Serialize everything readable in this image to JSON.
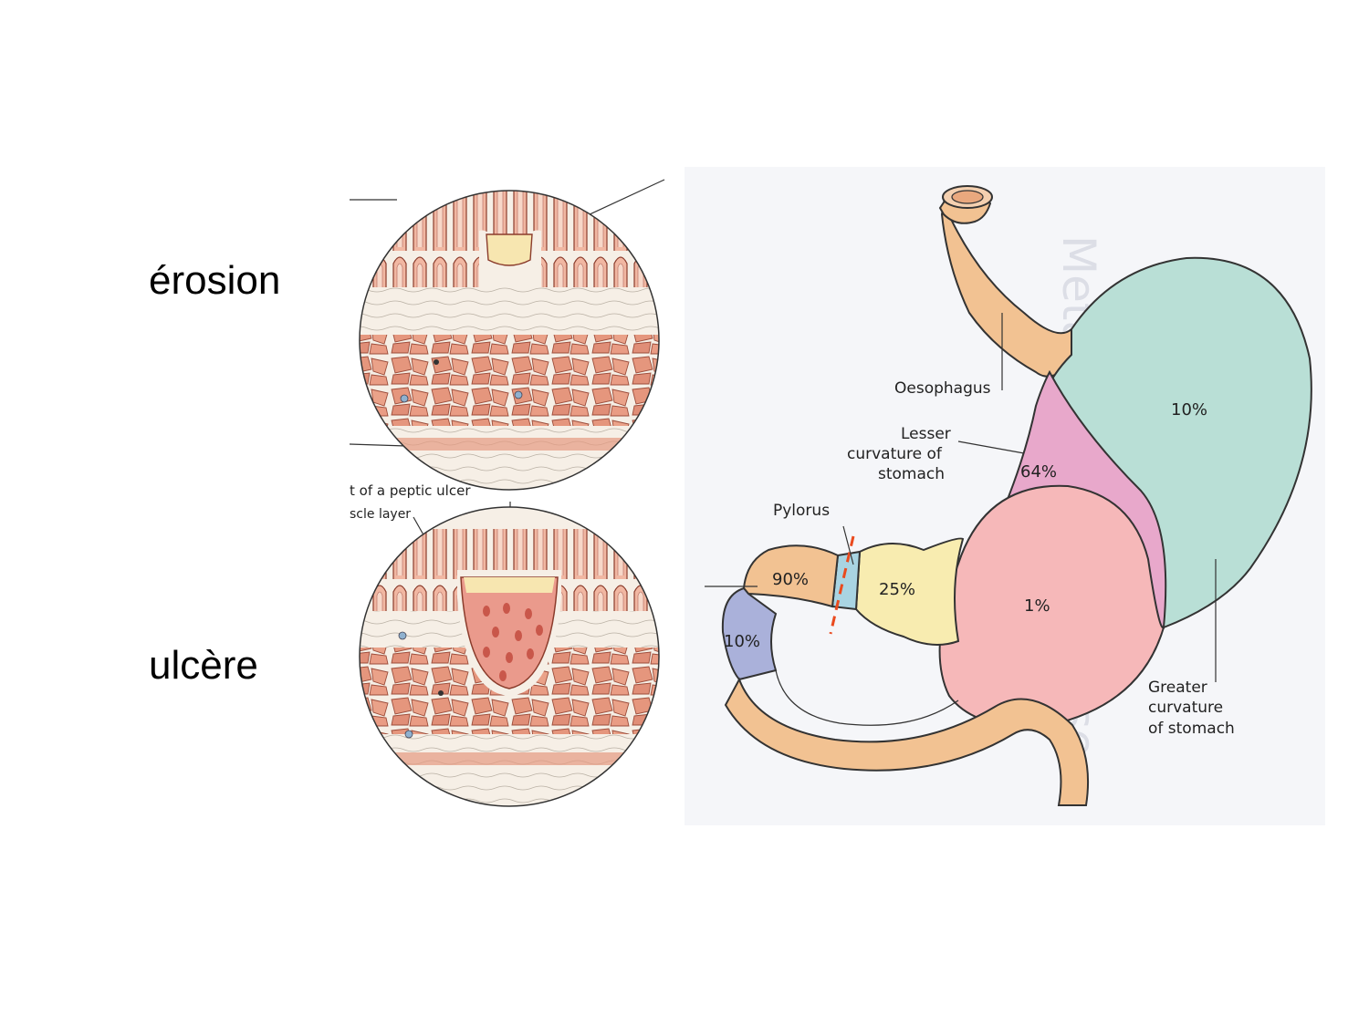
{
  "slide": {
    "label_top": "érosion",
    "label_bottom": "ulcère"
  },
  "histology": {
    "caption_fragment": "t of a peptic ulcer",
    "muscle_label": "scle layer"
  },
  "stomach": {
    "labels": {
      "oesophagus": "Oesophagus",
      "lesser_curvature_l1": "Lesser",
      "lesser_curvature_l2": "curvature of",
      "lesser_curvature_l3": "stomach",
      "pylorus": "Pylorus",
      "greater_curvature_l1": "Greater",
      "greater_curvature_l2": "curvature",
      "greater_curvature_l3": "of stomach"
    },
    "percentages": {
      "fundus": "10%",
      "lesser_curvature": "64%",
      "antrum": "25%",
      "body": "1%",
      "duodenal_bulb": "90%",
      "duodenum_distal": "10%"
    },
    "background_text": "Metabolic liver disease",
    "colors": {
      "fundus": "#b9dfd6",
      "lesser_curvature": "#e8a8cb",
      "body": "#f6b8b9",
      "antrum": "#f8ecb0",
      "tube": "#f2c292",
      "pylorus_ring": "#a9d4e2",
      "duodenum_blue": "#aab1da",
      "cut_line": "#ea4a1e"
    }
  }
}
